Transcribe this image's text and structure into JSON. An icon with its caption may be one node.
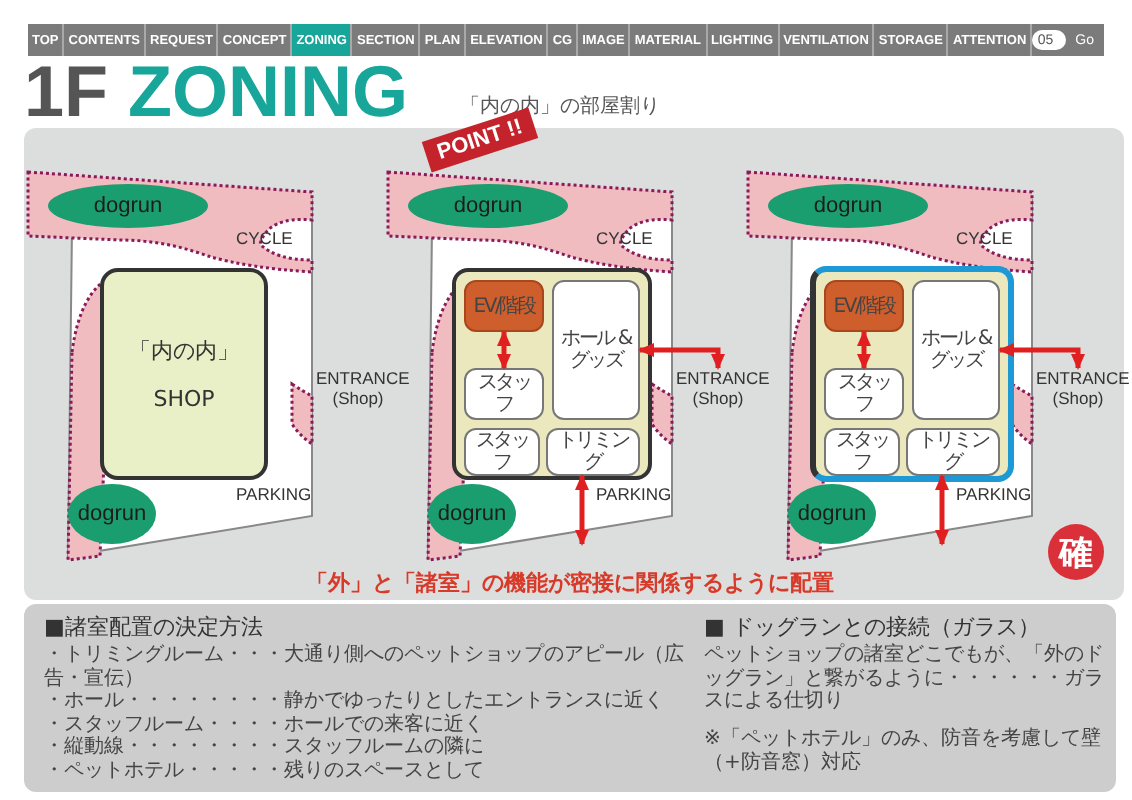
{
  "diagram": {
    "title": "1F ZONING",
    "caption": "「外」と「諸室」の機能が密接に関係するように配置",
    "nodes": [
      {
        "text": [
          "dogrun"
        ]
      },
      {
        "text": [
          "dogrun"
        ]
      },
      {
        "text": [
          "「内の内」",
          "SHOP"
        ]
      },
      {
        "text": [
          "dogrun"
        ]
      },
      {
        "text": [
          "dogrun"
        ]
      },
      {
        "text": [],
        "shape": "box"
      },
      {
        "text": [
          "EV/階段"
        ],
        "in": 5
      },
      {
        "text": [
          "ホール & グッズ"
        ],
        "in": 5
      },
      {
        "text": [
          "スタッフ"
        ],
        "in": 5
      },
      {
        "text": [
          "スタッフ"
        ],
        "in": 5
      },
      {
        "text": [
          "トリミング"
        ],
        "in": 5
      },
      {
        "text": [
          "ENTRANCE (Shop)"
        ]
      },
      {
        "text": [
          "dogrun"
        ]
      },
      {
        "text": [
          "dogrun"
        ]
      },
      {
        "text": [],
        "shape": "box"
      },
      {
        "text": [
          "EV/階段"
        ],
        "in": 14
      },
      {
        "text": [
          "ホール & グッズ"
        ],
        "in": 14
      },
      {
        "text": [
          "スタッフ"
        ],
        "in": 14
      },
      {
        "text": [
          "スタッフ"
        ],
        "in": 14
      },
      {
        "text": [
          "トリミング"
        ],
        "in": 14
      },
      {
        "text": [
          "ENTRANCE (Shop)"
        ]
      }
    ],
    "edges": [
      {
        "from": 6,
        "to": 8,
        "arrow": "both"
      },
      {
        "from": 7,
        "to": 11,
        "arrow": "both"
      },
      {
        "from": 10,
        "to": null,
        "arrow": "both"
      },
      {
        "from": 15,
        "to": 17,
        "arrow": "both"
      },
      {
        "from": 16,
        "to": 20,
        "arrow": "both"
      },
      {
        "from": 19,
        "to": null,
        "arrow": "both"
      }
    ],
    "labels": [
      "TOP",
      "CONTENTS",
      "REQUEST",
      "CONCEPT",
      "ZONING",
      "SECTION",
      "PLAN",
      "ELEVATION",
      "CG",
      "IMAGE",
      "MATERIAL",
      "LIGHTING",
      "VENTILATION",
      "STORAGE",
      "ATTENTION",
      "05",
      "Go",
      "「内の内」の部屋割り",
      "POINT !!",
      "CYCLE",
      "ENTRANCE (Shop)",
      "PARKING",
      "CYCLE",
      "PARKING",
      "CYCLE",
      "PARKING",
      "確",
      "■諸室配置の決定方法",
      "・トリミングルーム・・・大通り側へのペットショップのアピール（広告・宣伝）",
      "・ホール・・・・・・・・静かでゆったりとしたエントランスに近く",
      "・スタッフルーム・・・・ホールでの来客に近く",
      "・縦動線・・・・・・・・スタッフルームの隣に",
      "・ペットホテル・・・・・残りのスペースとして",
      "■ ドッグランとの接続（ガラス）",
      "ペットショップの諸室どこでもが、「外のドッグラン」と繋がるように・・・・・・ガラスによる仕切り",
      "※「ペットホテル」のみ、防音を考慮して壁（+防音窓）対応"
    ]
  }
}
